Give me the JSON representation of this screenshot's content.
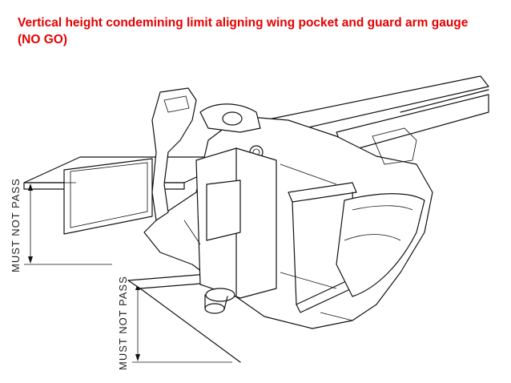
{
  "title": {
    "line1": "Vertical height condemining limit aligning wing pocket and guard arm gauge",
    "line2": "(NO GO)"
  },
  "dimensions": {
    "left_label": "MUST  NOT  PASS",
    "right_label": "MUST  NOT  PASS"
  },
  "colors": {
    "title": "#e60000",
    "line": "#111111"
  }
}
